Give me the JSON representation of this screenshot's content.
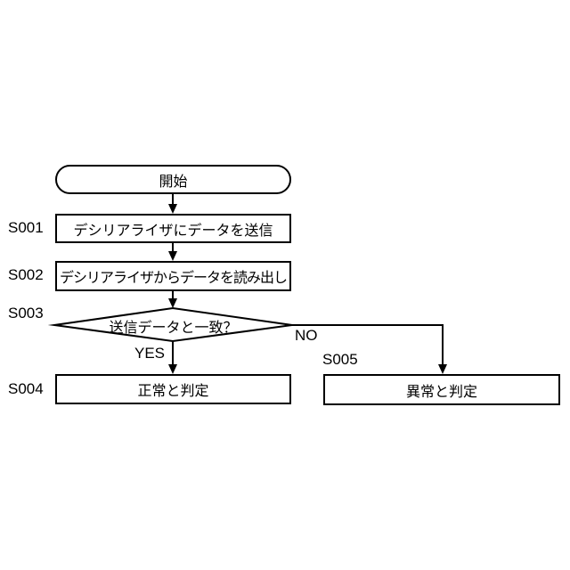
{
  "diagram": {
    "type": "flowchart",
    "background_color": "#ffffff",
    "line_color": "#000000",
    "text_color": "#000000",
    "nodes": {
      "start": {
        "type": "terminator",
        "label": "開始"
      },
      "s001": {
        "step": "S001",
        "type": "process",
        "label": "デシリアライザにデータを送信"
      },
      "s002": {
        "step": "S002",
        "type": "process",
        "label": "デシリアライザからデータを読み出し"
      },
      "s003": {
        "step": "S003",
        "type": "decision",
        "label": "送信データと一致？"
      },
      "s004": {
        "step": "S004",
        "type": "process",
        "label": "正常と判定"
      },
      "s005": {
        "step": "S005",
        "type": "process",
        "label": "異常と判定"
      }
    },
    "branch_labels": {
      "yes": "YES",
      "no": "NO"
    },
    "edges": [
      {
        "from": "start",
        "to": "S001"
      },
      {
        "from": "S001",
        "to": "S002"
      },
      {
        "from": "S002",
        "to": "S003"
      },
      {
        "from": "S003",
        "to": "S004",
        "label": "YES"
      },
      {
        "from": "S003",
        "to": "S005",
        "label": "NO"
      }
    ]
  }
}
